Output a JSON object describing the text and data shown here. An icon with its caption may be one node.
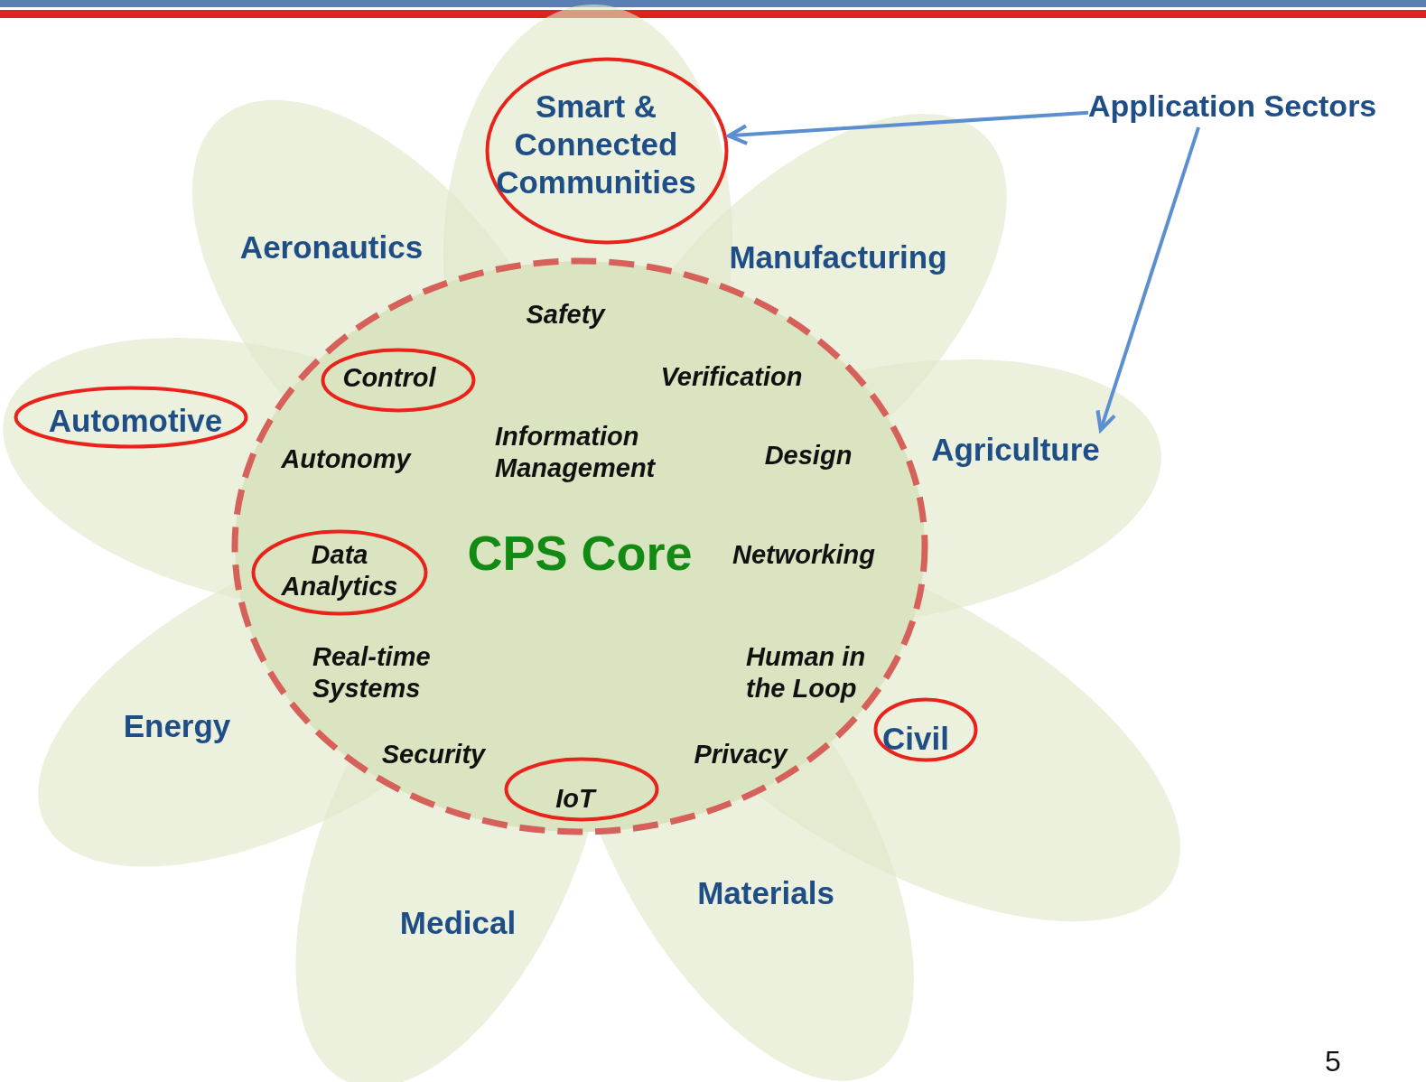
{
  "diagram": {
    "nodes": [
      {
        "text": [
          "Application Sectors"
        ]
      },
      {
        "text": [
          "Smart & Connected Communities"
        ]
      },
      {
        "text": [
          "Automotive"
        ]
      },
      {
        "text": [
          "Agriculture"
        ]
      },
      {
        "text": [
          "CPS Core"
        ]
      },
      {
        "text": [
          "Control"
        ],
        "in": 4
      },
      {
        "text": [
          "Data Analytics"
        ],
        "in": 4
      },
      {
        "text": [
          "IoT"
        ],
        "in": 4
      },
      {
        "text": [
          "Civil"
        ]
      }
    ],
    "edges": [
      {
        "from": 0,
        "to": 1,
        "arrow": "to"
      },
      {
        "from": 0,
        "to": 3,
        "arrow": "to"
      }
    ],
    "labels": [
      "Aeronautics",
      "Manufacturing",
      "Safety",
      "Verification",
      "Autonomy",
      "Information Management",
      "Design",
      "Networking",
      "Real-time Systems",
      "Human in the Loop",
      "Energy",
      "Security",
      "Privacy",
      "Materials",
      "Medical",
      "5"
    ]
  }
}
